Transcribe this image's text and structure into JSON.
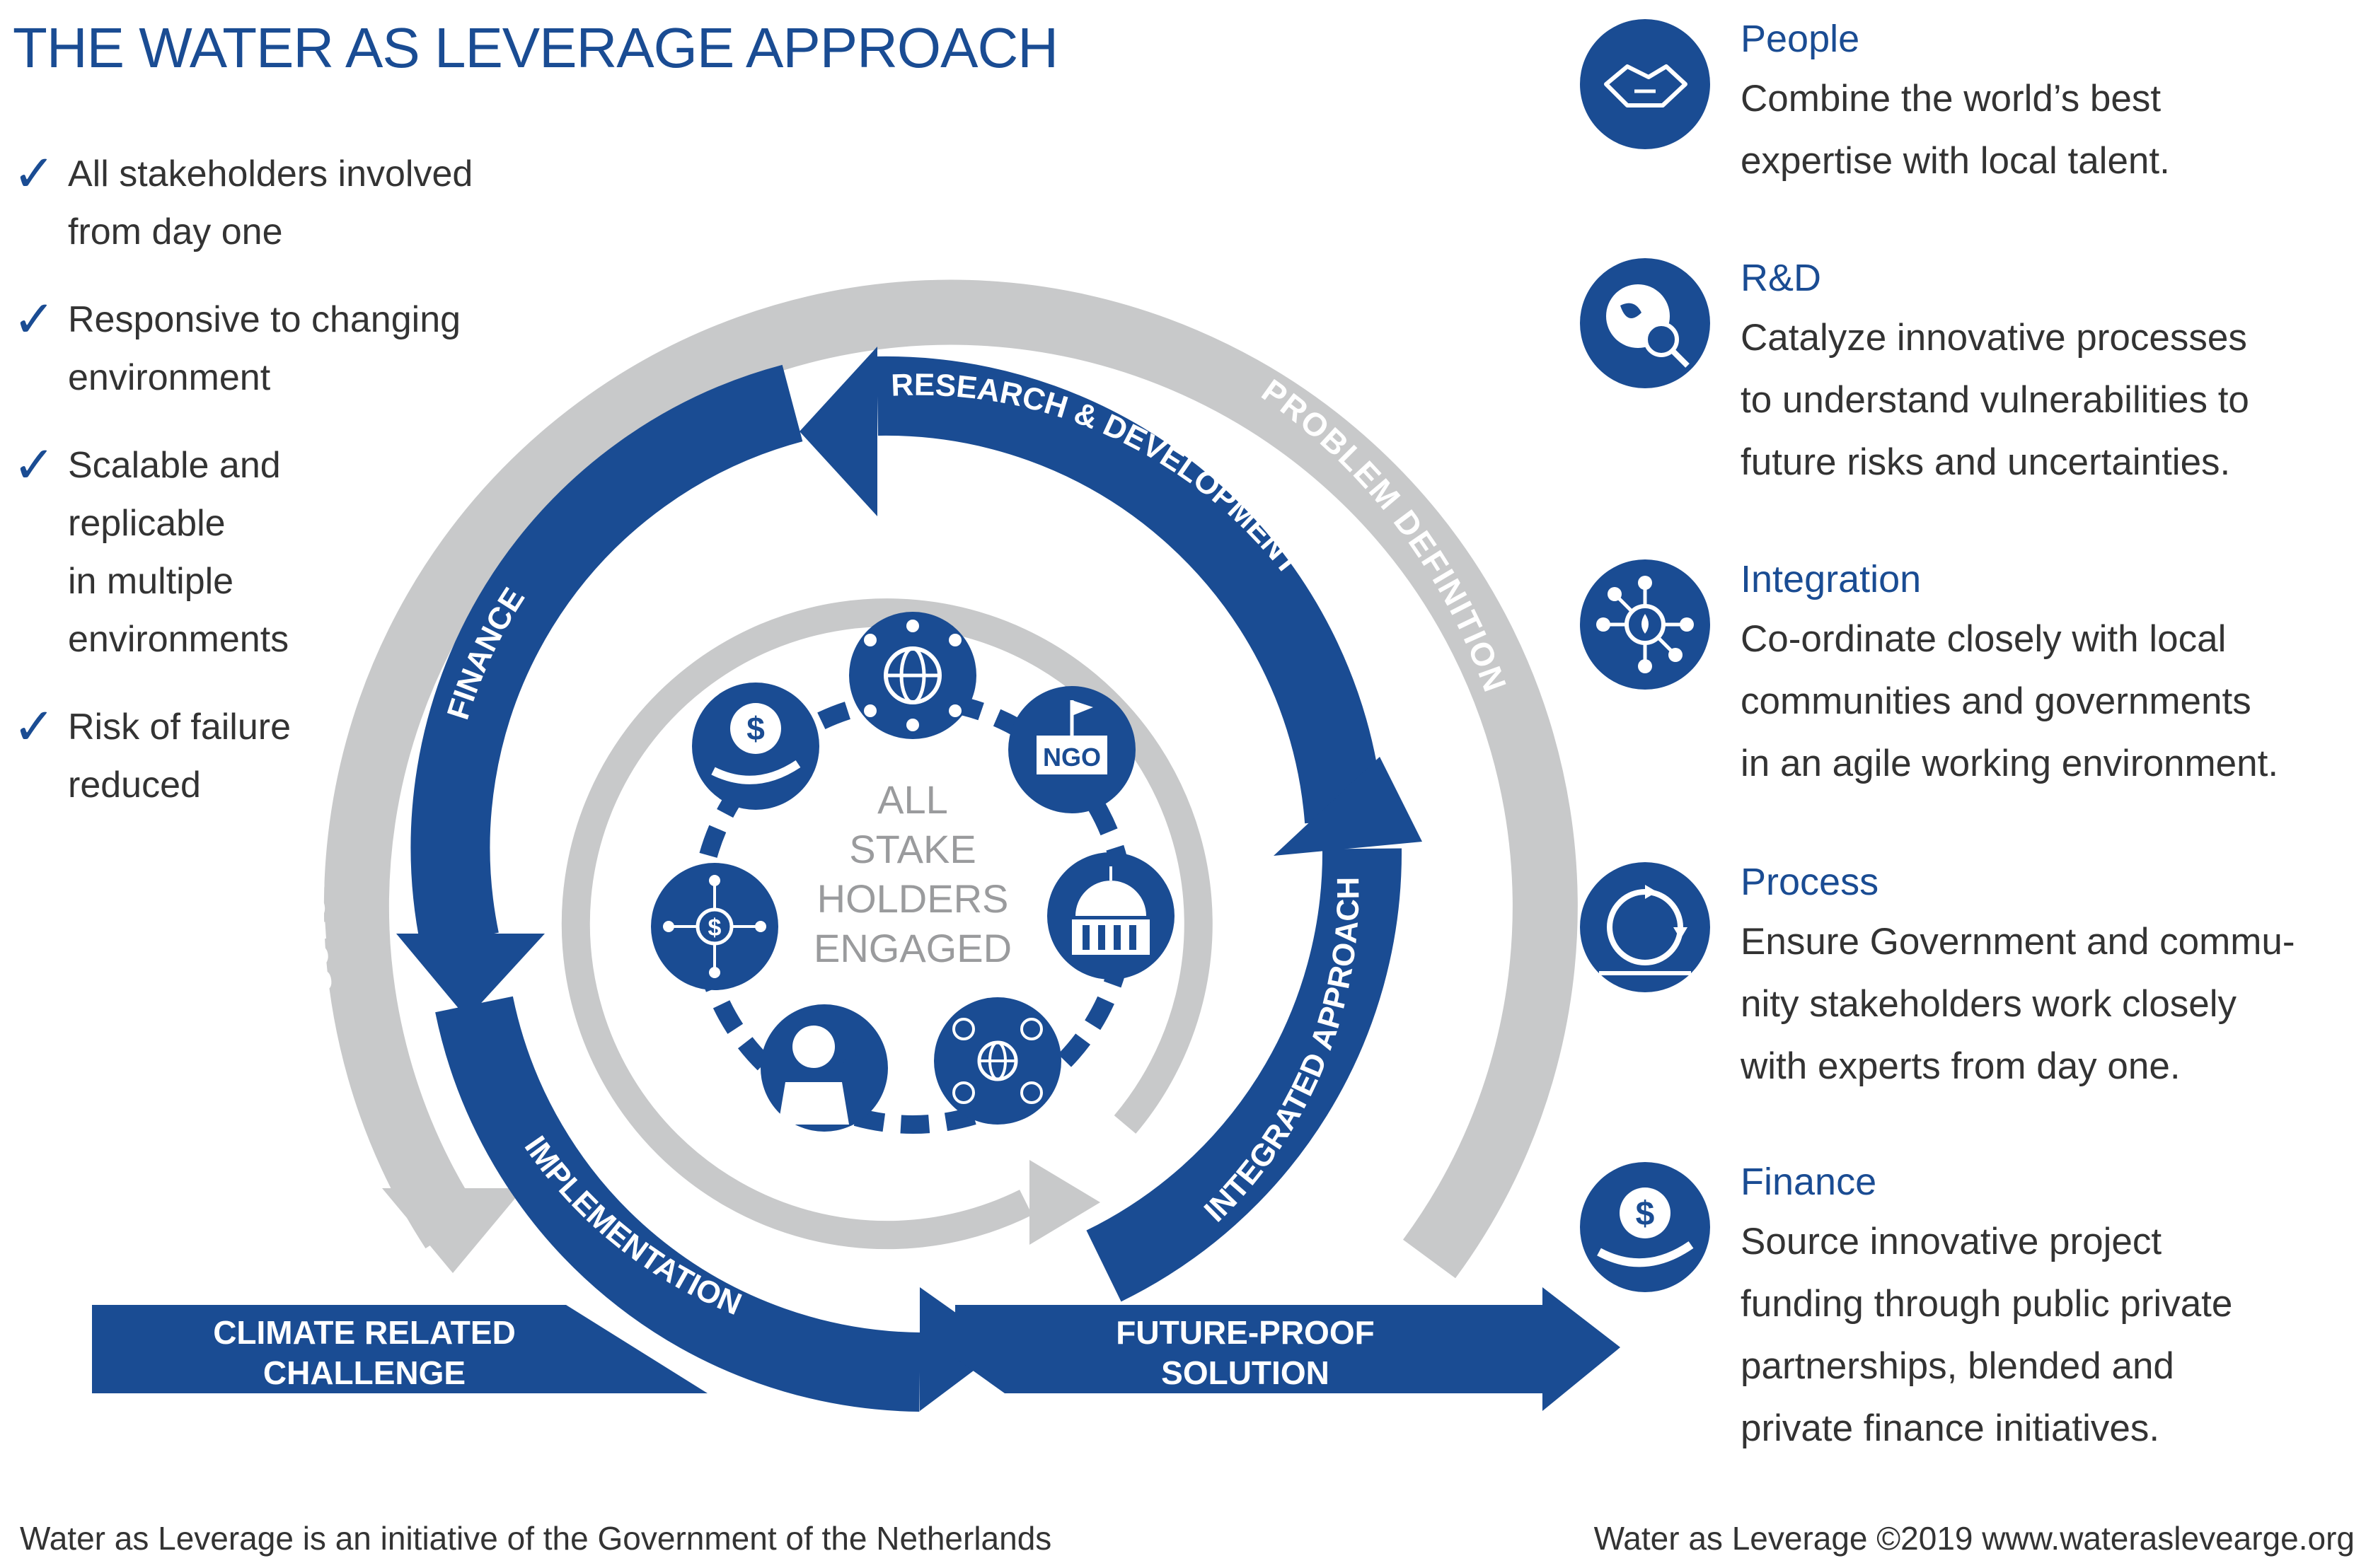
{
  "title": "THE WATER AS LEVERAGE APPROACH",
  "checklist": [
    {
      "lines": [
        "All stakeholders involved from day one"
      ]
    },
    {
      "lines": [
        "Responsive to changing",
        "environment"
      ]
    },
    {
      "lines": [
        "Scalable and",
        "replicable",
        "in multiple",
        "environments"
      ]
    },
    {
      "lines": [
        "Risk of failure",
        "reduced"
      ]
    }
  ],
  "diagram": {
    "outer_arrows": {
      "left": "SOLUTION DEVELOPMENT",
      "right": "PROBLEM DEFINITION"
    },
    "blue_arrows": {
      "top": "RESEARCH & DEVELOPMENT",
      "left": "FINANCE",
      "bottom": "IMPLEMENTATION",
      "right": "INTEGRATED APPROACH"
    },
    "center": [
      "ALL",
      "STAKE",
      "HOLDERS",
      "ENGAGED"
    ],
    "ngo_label": "NGO",
    "start_arrow": [
      "CLIMATE RELATED",
      "CHALLENGE"
    ],
    "end_arrow": [
      "FUTURE-PROOF",
      "SOLUTION"
    ],
    "ring_icons": [
      "globe-people-icon",
      "ngo-building-icon",
      "government-building-icon",
      "globe-community-icon",
      "expert-person-icon",
      "dollar-network-icon",
      "dollar-hand-icon"
    ]
  },
  "features": [
    {
      "icon": "handshake-icon",
      "heading": "People",
      "lines": [
        "Combine the world’s best",
        "expertise with local talent."
      ]
    },
    {
      "icon": "globe-search-icon",
      "heading": "R&D",
      "lines": [
        "Catalyze innovative processes",
        "to understand vulnerabilities to",
        "future risks and uncertainties."
      ]
    },
    {
      "icon": "network-drop-icon",
      "heading": "Integration",
      "lines": [
        "Co-ordinate closely with local",
        "communities and governments",
        "in an agile working environment."
      ]
    },
    {
      "icon": "process-cycle-icon",
      "heading": "Process",
      "lines": [
        "Ensure Government and commu-",
        "nity stakeholders work closely",
        "with experts from day one."
      ]
    },
    {
      "icon": "dollar-hand-icon",
      "heading": "Finance",
      "lines": [
        "Source innovative project",
        "funding through public private",
        "partnerships, blended and",
        "private finance initiatives."
      ]
    }
  ],
  "footer": {
    "left": "Water as Leverage is an initiative of the Government of the Netherlands",
    "right": "Water as Leverage ©2019 www.wateraslevearge.org"
  },
  "colors": {
    "blue": "#1a4c93",
    "gray": "#c8c9ca",
    "text": "#333333"
  }
}
